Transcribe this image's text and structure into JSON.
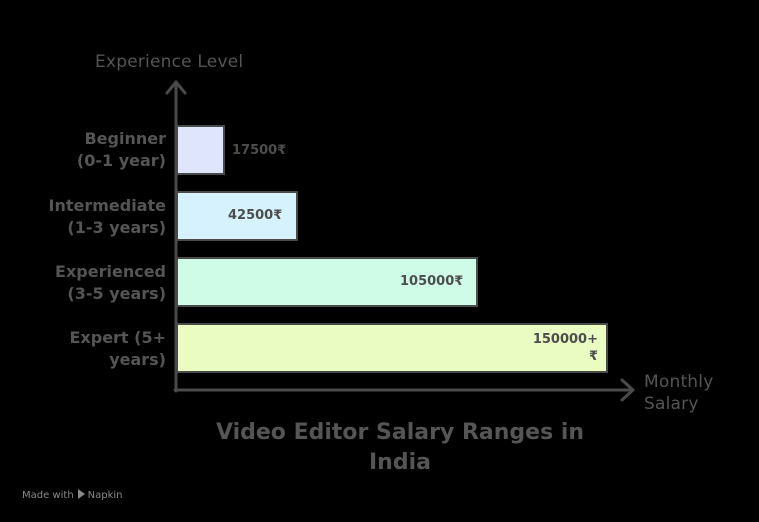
{
  "chart_data": {
    "type": "bar",
    "orientation": "horizontal",
    "title": "Video Editor Salary Ranges in India",
    "title_lines": [
      "Video Editor Salary Ranges in",
      "India"
    ],
    "ylabel": "Experience Level",
    "xlabel": "Monthly Salary",
    "xlabel_lines": [
      "Monthly",
      "Salary"
    ],
    "categories": [
      "Beginner (0-1 year)",
      "Intermediate (1-3 years)",
      "Experienced (3-5 years)",
      "Expert (5+ years)"
    ],
    "category_lines": [
      [
        "Beginner",
        "(0-1 year)"
      ],
      [
        "Intermediate",
        "(1-3 years)"
      ],
      [
        "Experienced",
        "(3-5 years)"
      ],
      [
        "Expert (5+",
        "years)"
      ]
    ],
    "values": [
      17500,
      42500,
      105000,
      150000
    ],
    "value_labels": [
      "17500₹",
      "42500₹",
      "105000₹",
      "150000+ ₹"
    ],
    "value_label_lines": [
      [
        "17500₹"
      ],
      [
        "42500₹"
      ],
      [
        "105000₹"
      ],
      [
        "150000+",
        "₹"
      ]
    ],
    "units": "₹ per month",
    "colors": [
      "#dfe5fd",
      "#d6f3fd",
      "#cffce6",
      "#eafcc2"
    ],
    "grid": false,
    "legend": "none",
    "xlim": [
      0,
      150000
    ]
  },
  "footer": {
    "made_with": "Made with",
    "brand": "Napkin"
  }
}
